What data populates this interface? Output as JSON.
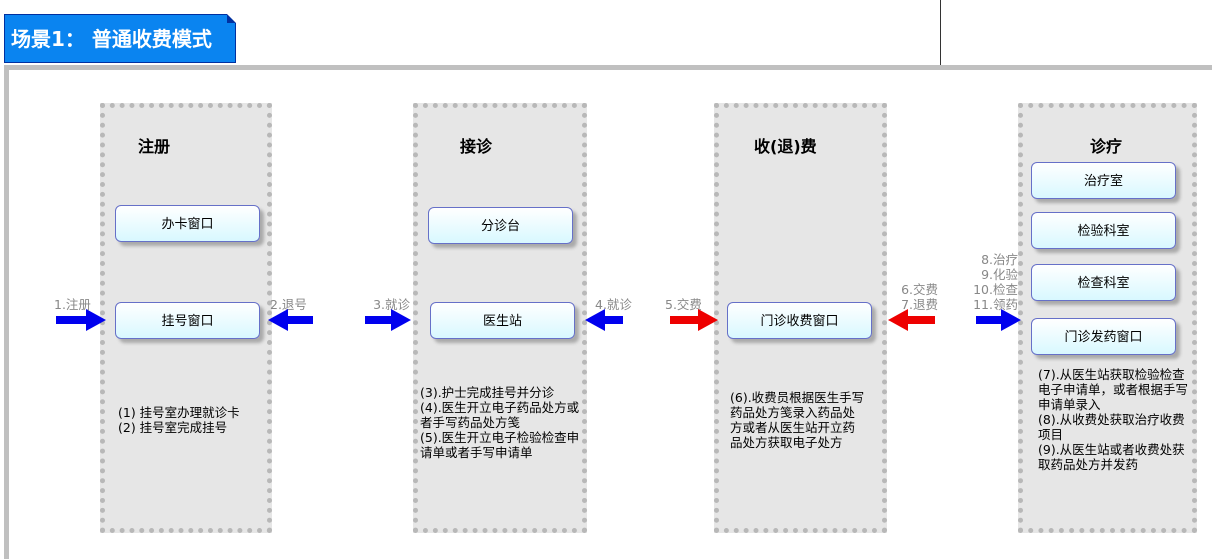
{
  "title": "场景1： 普通收费模式",
  "columns": [
    {
      "title": "注册",
      "buttons": [
        "办卡窗口",
        "挂号窗口"
      ],
      "note": [
        "(1) 挂号室办理就诊卡",
        "(2) 挂号室完成挂号"
      ]
    },
    {
      "title": "接诊",
      "buttons": [
        "分诊台",
        "医生站"
      ],
      "note": [
        "(3).护士完成挂号并分诊",
        "(4).医生开立电子药品处方或者手写药品处方笺",
        "(5).医生开立电子检验检查申请单或者手写申请单"
      ]
    },
    {
      "title": "收(退)费",
      "buttons": [
        "门诊收费窗口"
      ],
      "note": [
        "(6).收费员根据医生手写药品处方笺录入药品处方或者从医生站开立药品处方获取电子处方"
      ]
    },
    {
      "title": "诊疗",
      "buttons": [
        "治疗室",
        "检验科室",
        "检查科室",
        "门诊发药窗口"
      ],
      "note": [
        "(7).从医生站获取检验检查电子申请单，或者根据手写申请单录入",
        "(8).从收费处获取治疗收费项目",
        "(9).从医生站或者收费处获取药品处方并发药"
      ]
    }
  ],
  "arrows": [
    {
      "label": "1.注册",
      "color": "#0000ee",
      "dir": "right"
    },
    {
      "label": "2.退号",
      "color": "#0000ee",
      "dir": "left"
    },
    {
      "label": "3.就诊",
      "color": "#0000ee",
      "dir": "right"
    },
    {
      "label": "4.就诊",
      "color": "#0000ee",
      "dir": "left"
    },
    {
      "label": "5.交费",
      "color": "#ee0000",
      "dir": "right"
    },
    {
      "label": "6.交费\n7.退费",
      "color": "#ee0000",
      "dir": "left"
    },
    {
      "label": "8.治疗\n9.化验\n10.检查\n11.领药",
      "color": "#0000ee",
      "dir": "right"
    }
  ]
}
